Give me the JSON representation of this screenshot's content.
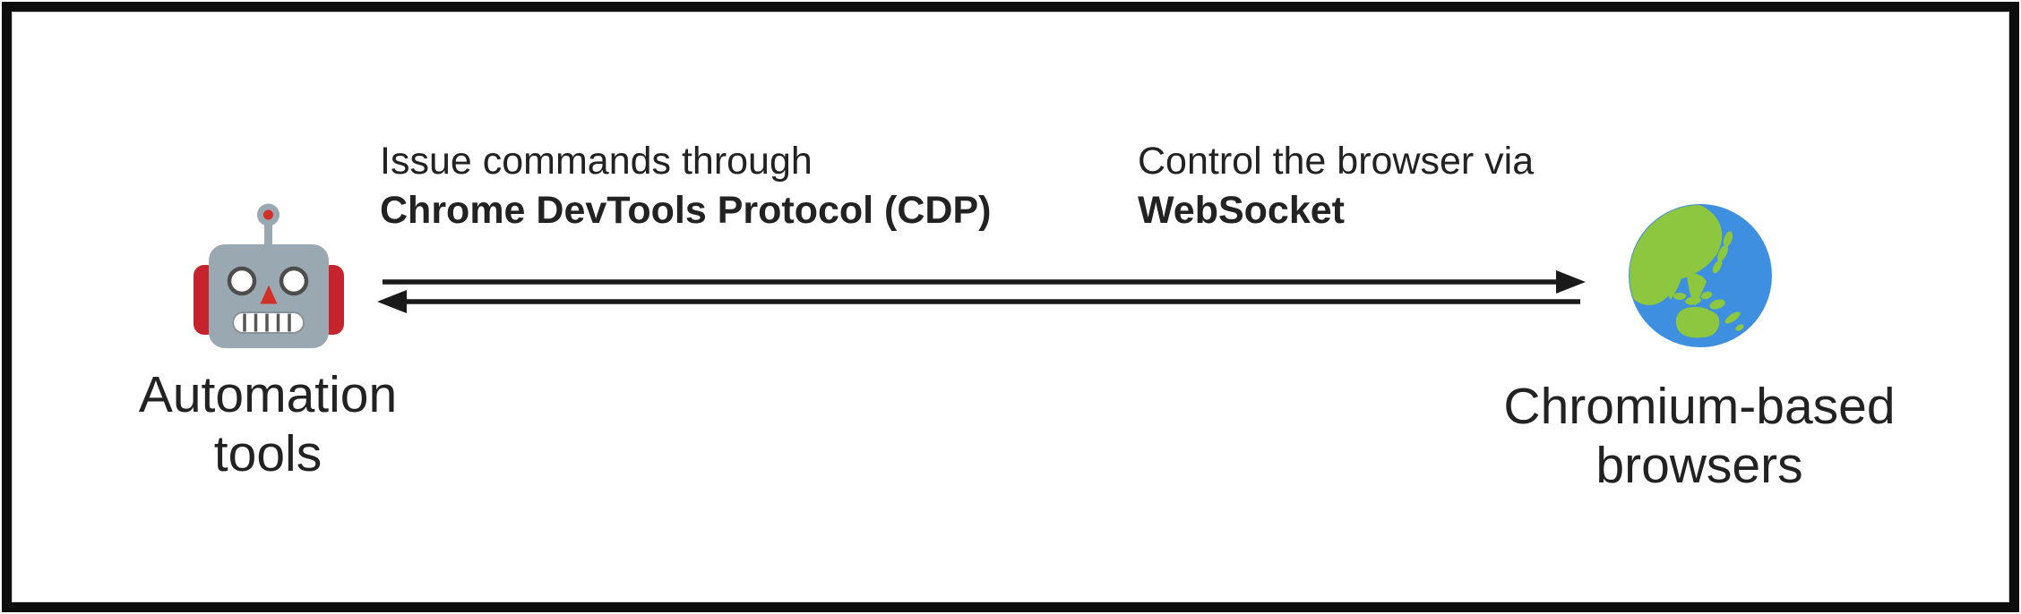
{
  "diagram": {
    "nodes": {
      "automation": {
        "icon": "robot-icon",
        "label_line1": "Automation",
        "label_line2": "tools"
      },
      "browsers": {
        "icon": "globe-icon",
        "label_line1": "Chromium-based",
        "label_line2": "browsers"
      }
    },
    "annotations": {
      "cdp": {
        "line1": "Issue commands through",
        "line2_bold": "Chrome DevTools Protocol (CDP)"
      },
      "websocket": {
        "line1": "Control the browser via",
        "line2_bold": "WebSocket"
      }
    },
    "arrows": {
      "top_direction": "left-to-right",
      "bottom_direction": "right-to-left"
    }
  },
  "colors": {
    "text": "#222222",
    "arrow": "#1a1a1a",
    "frame": "#0d0d0d",
    "background": "#ffffff",
    "robot-head": "#9aa8b2",
    "robot-ear": "#c5242c",
    "robot-accent": "#d22f27",
    "robot-eye-ring": "#4d4d4d",
    "robot-mouth-bar": "#565656",
    "globe-ocean": "#3e8fe0",
    "globe-land": "#8dc63f"
  }
}
